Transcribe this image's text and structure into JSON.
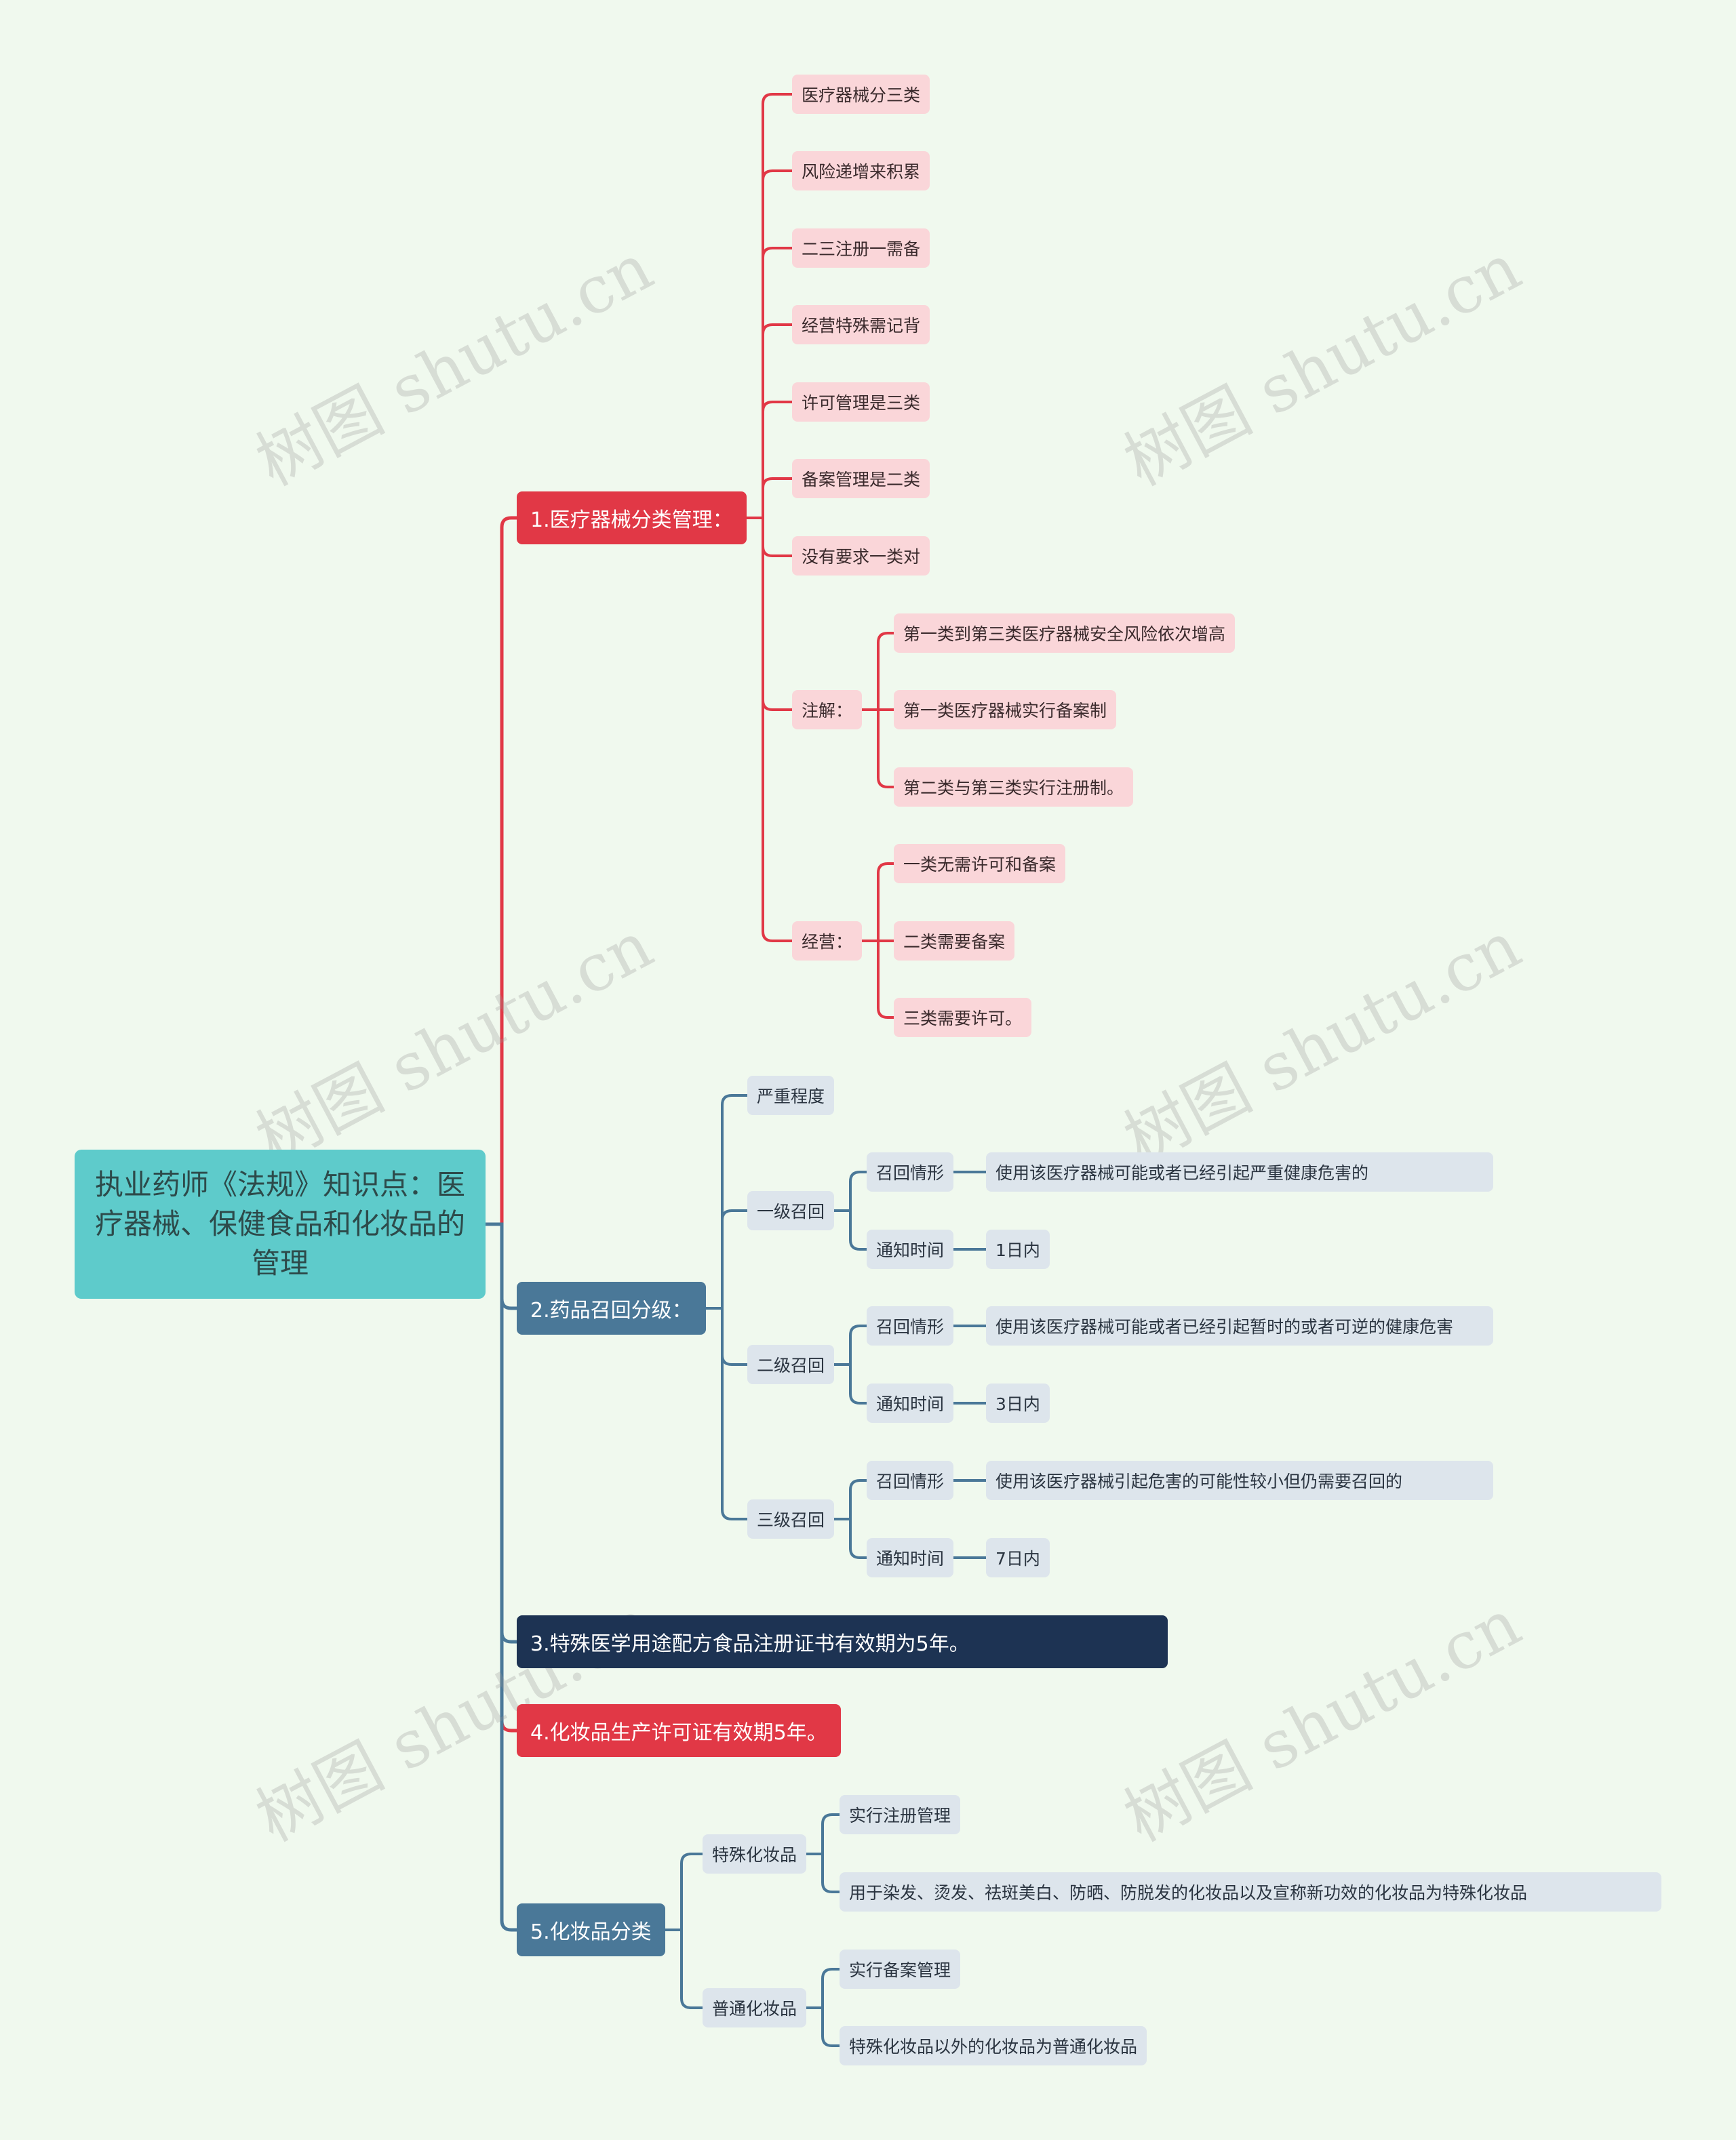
{
  "root": "执业药师《法规》知识点：医疗器械、保健食品和化妆品的管理",
  "watermark": "树图 shutu.cn",
  "colors": {
    "red": "#e13846",
    "blue": "#4a7898",
    "navy": "#1d3353",
    "teal": "#5ecbcb",
    "pink": "#fad6d9",
    "grey": "#dde5ec",
    "background": "#f0f9ee"
  },
  "branches": {
    "b1": {
      "label": "1.医疗器械分类管理：",
      "items": [
        "医疗器械分三类",
        "风险递增来积累",
        "二三注册一需备",
        "经营特殊需记背",
        "许可管理是三类",
        "备案管理是二类",
        "没有要求一类对"
      ],
      "note": {
        "label": "注解：",
        "items": [
          "第一类到第三类医疗器械安全风险依次增高",
          "第一类医疗器械实行备案制",
          "第二类与第三类实行注册制。"
        ]
      },
      "ops": {
        "label": "经营：",
        "items": [
          "一类无需许可和备案",
          "二类需要备案",
          "三类需要许可。"
        ]
      }
    },
    "b2": {
      "label": "2.药品召回分级：",
      "severity": "严重程度",
      "levels": [
        {
          "label": "一级召回",
          "cond_label": "召回情形",
          "cond": "使用该医疗器械可能或者已经引起严重健康危害的",
          "time_label": "通知时间",
          "time": "1日内"
        },
        {
          "label": "二级召回",
          "cond_label": "召回情形",
          "cond": "使用该医疗器械可能或者已经引起暂时的或者可逆的健康危害",
          "time_label": "通知时间",
          "time": "3日内"
        },
        {
          "label": "三级召回",
          "cond_label": "召回情形",
          "cond": "使用该医疗器械引起危害的可能性较小但仍需要召回的",
          "time_label": "通知时间",
          "time": "7日内"
        }
      ]
    },
    "b3": {
      "label": "3.特殊医学用途配方食品注册证书有效期为5年。"
    },
    "b4": {
      "label": "4.化妆品生产许可证有效期5年。"
    },
    "b5": {
      "label": "5.化妆品分类",
      "special": {
        "label": "特殊化妆品",
        "items": [
          "实行注册管理",
          "用于染发、烫发、祛斑美白、防晒、防脱发的化妆品以及宣称新功效的化妆品为特殊化妆品"
        ]
      },
      "normal": {
        "label": "普通化妆品",
        "items": [
          "实行备案管理",
          "特殊化妆品以外的化妆品为普通化妆品"
        ]
      }
    }
  }
}
